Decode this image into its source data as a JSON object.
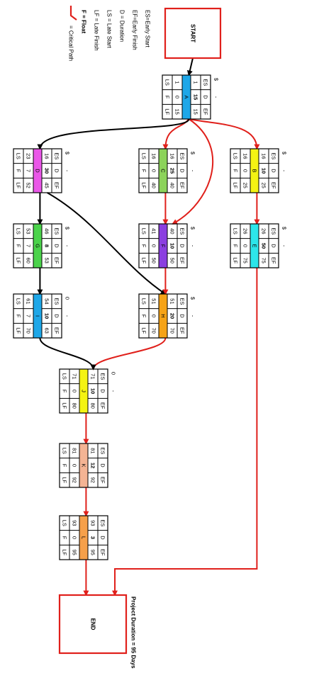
{
  "legend": [
    {
      "text": "ES=Early Start",
      "color": "#000000"
    },
    {
      "text": "EF=Early Finish",
      "color": "#000000"
    },
    {
      "text": "D = Duration",
      "color": "#e0201b"
    },
    {
      "text": "LS = Late Start",
      "color": "#000000"
    },
    {
      "text": "LF = Late Finish",
      "color": "#000000"
    },
    {
      "text": "F = Float",
      "color": "#1f3fd0"
    }
  ],
  "critical_path_label": "= Critical Path",
  "start_label": "START",
  "end_label": "END",
  "project_duration": "Project Duration = 95 Days",
  "headers": {
    "es": "ES",
    "d": "D",
    "ef": "EF",
    "ls": "LS",
    "f": "F",
    "lf": "LF"
  },
  "colors": {
    "critical": "#e0201b",
    "normal": "#000000",
    "duration": "#e0201b",
    "float": "#1f3fd0"
  },
  "nodes": [
    {
      "id": "A",
      "es": 1,
      "d": 15,
      "ef": 15,
      "ls": 1,
      "f": 0,
      "lf": 15,
      "color": "#1ea7e8",
      "note": "$"
    },
    {
      "id": "B",
      "es": 16,
      "d": 10,
      "ef": 25,
      "ls": 16,
      "f": 0,
      "lf": 25,
      "color": "#f4f313",
      "note": "$"
    },
    {
      "id": "C",
      "es": 16,
      "d": 25,
      "ef": 40,
      "ls": 16,
      "f": 0,
      "lf": 40,
      "color": "#8cd35a",
      "note": "$"
    },
    {
      "id": "D",
      "es": 16,
      "d": 30,
      "ef": 45,
      "ls": 23,
      "f": 7,
      "lf": 52,
      "color": "#ea57e8",
      "note": "$"
    },
    {
      "id": "E",
      "es": 26,
      "d": 50,
      "ef": 75,
      "ls": 26,
      "f": 0,
      "lf": 75,
      "color": "#2de6ea",
      "note": "$"
    },
    {
      "id": "F",
      "es": 40,
      "d": 10,
      "ef": 50,
      "ls": 41,
      "f": 0,
      "lf": 50,
      "color": "#8b3fe0",
      "note": "$"
    },
    {
      "id": "G",
      "es": 46,
      "d": 8,
      "ef": 53,
      "ls": 53,
      "f": 7,
      "lf": 60,
      "color": "#4bd34b",
      "note": "$"
    },
    {
      "id": "H",
      "es": 51,
      "d": 20,
      "ef": 70,
      "ls": 51,
      "f": 0,
      "lf": 70,
      "color": "#f6a317",
      "note": "$"
    },
    {
      "id": "I",
      "es": 54,
      "d": 10,
      "ef": 63,
      "ls": 61,
      "f": 7,
      "lf": 70,
      "color": "#1ea7e8",
      "note": "0"
    },
    {
      "id": "J",
      "es": 71,
      "d": 10,
      "ef": 80,
      "ls": 71,
      "f": 0,
      "lf": 80,
      "color": "#f4f313",
      "note": "0"
    },
    {
      "id": "K",
      "es": 81,
      "d": 12,
      "ef": 92,
      "ls": 81,
      "f": 0,
      "lf": 92,
      "color": "#f4b494",
      "note": ""
    },
    {
      "id": "L",
      "es": 93,
      "d": 3,
      "ef": 95,
      "ls": 93,
      "f": 0,
      "lf": 95,
      "color": "#f6a04a",
      "note": ""
    }
  ],
  "arrows": [
    {
      "from": "START",
      "to": "A",
      "critical": false
    },
    {
      "from": "A",
      "to": "B",
      "critical": true
    },
    {
      "from": "A",
      "to": "C",
      "critical": true
    },
    {
      "from": "A",
      "to": "F",
      "critical": true
    },
    {
      "from": "A",
      "to": "D",
      "critical": false
    },
    {
      "from": "B",
      "to": "E",
      "critical": true
    },
    {
      "from": "C",
      "to": "F",
      "critical": true
    },
    {
      "from": "D",
      "to": "G",
      "critical": false
    },
    {
      "from": "D",
      "to": "H",
      "critical": false
    },
    {
      "from": "F",
      "to": "H",
      "critical": true
    },
    {
      "from": "G",
      "to": "I",
      "critical": false
    },
    {
      "from": "H",
      "to": "J",
      "critical": true
    },
    {
      "from": "I",
      "to": "J",
      "critical": false
    },
    {
      "from": "J",
      "to": "K",
      "critical": true
    },
    {
      "from": "K",
      "to": "L",
      "critical": true
    },
    {
      "from": "L",
      "to": "END",
      "critical": true
    },
    {
      "from": "E",
      "to": "END",
      "critical": true
    }
  ]
}
